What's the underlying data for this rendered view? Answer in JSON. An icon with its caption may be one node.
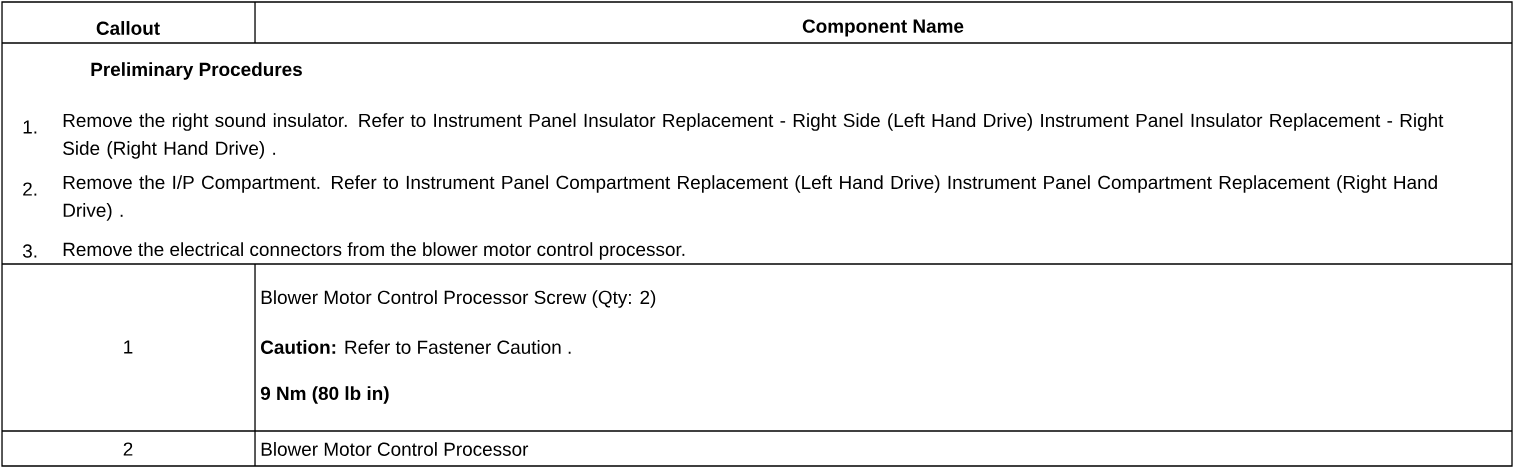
{
  "diagram": {
    "labels": [
      "Callout",
      "Component Name",
      "Preliminary Procedures",
      "1.",
      "Remove the right sound insulator. Refer to Instrument Panel Insulator Replacement - Right Side (Left Hand Drive) Instrument Panel Insulator Replacement - Right Side (Right Hand Drive) .",
      "2.",
      "Remove the I/P Compartment. Refer to Instrument Panel Compartment Replacement (Left Hand Drive) Instrument Panel Compartment Replacement (Right Hand Drive) .",
      "3.",
      "Remove the electrical connectors from the blower motor control processor.",
      "1",
      "Blower Motor Control Processor Screw (Qty: 2)",
      "**Caution:** Refer to Fastener Caution .",
      "9 Nm (80 lb in)",
      "2",
      "Blower Motor Control Processor"
    ]
  }
}
